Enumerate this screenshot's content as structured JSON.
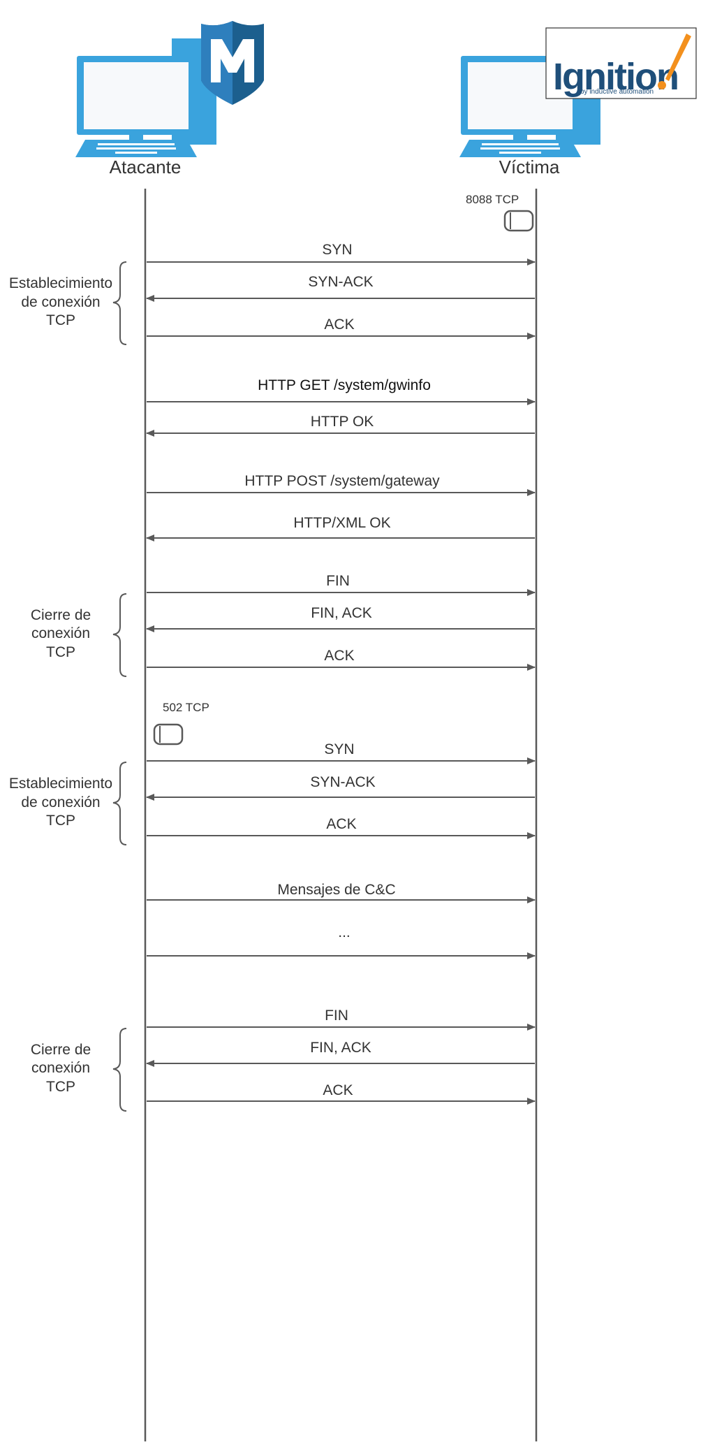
{
  "hosts": {
    "attacker": {
      "label": "Atacante",
      "logo_icon": "metasploit-shield-icon"
    },
    "victim": {
      "label": "Víctima",
      "logo_icon": "ignition-logo",
      "logo_text": "Ignition",
      "logo_subtext": "by inductive automation"
    }
  },
  "ports": [
    {
      "label": "8088 TCP",
      "side": "victim"
    },
    {
      "label": "502 TCP",
      "side": "attacker"
    }
  ],
  "messages": [
    {
      "id": "m1",
      "label": "SYN",
      "dir": "right"
    },
    {
      "id": "m2",
      "label": "SYN-ACK",
      "dir": "left"
    },
    {
      "id": "m3",
      "label": "ACK",
      "dir": "right"
    },
    {
      "id": "m4",
      "label": "HTTP GET /system/gwinfo",
      "dir": "right"
    },
    {
      "id": "m5",
      "label": "HTTP OK",
      "dir": "left"
    },
    {
      "id": "m6",
      "label": "HTTP POST /system/gateway",
      "dir": "right"
    },
    {
      "id": "m7",
      "label": "HTTP/XML OK",
      "dir": "left"
    },
    {
      "id": "m8",
      "label": "FIN",
      "dir": "right"
    },
    {
      "id": "m9",
      "label": "FIN, ACK",
      "dir": "left"
    },
    {
      "id": "m10",
      "label": "ACK",
      "dir": "right"
    },
    {
      "id": "m11",
      "label": "SYN",
      "dir": "right"
    },
    {
      "id": "m12",
      "label": "SYN-ACK",
      "dir": "left"
    },
    {
      "id": "m13",
      "label": "ACK",
      "dir": "right"
    },
    {
      "id": "m14",
      "label": "Mensajes de C&C",
      "dir": "right"
    },
    {
      "id": "m15",
      "label": "...",
      "dir": "right"
    },
    {
      "id": "m16",
      "label": "FIN",
      "dir": "right"
    },
    {
      "id": "m17",
      "label": "FIN, ACK",
      "dir": "left"
    },
    {
      "id": "m18",
      "label": "ACK",
      "dir": "right"
    }
  ],
  "phases": [
    {
      "lines": [
        "Establecimiento",
        "de conexión",
        "TCP"
      ]
    },
    {
      "lines": [
        "Cierre de",
        "conexión",
        "TCP"
      ]
    },
    {
      "lines": [
        "Establecimiento",
        "de conexión",
        "TCP"
      ]
    },
    {
      "lines": [
        "Cierre de",
        "conexión",
        "TCP"
      ]
    }
  ],
  "colors": {
    "line": "#595959",
    "computer_blue": "#3aa3dd",
    "computer_dark": "#1f84c6",
    "shield_dark": "#1c5f8e",
    "shield_light": "#2e7fbd",
    "ignition_navy": "#1f4f7a",
    "ignition_orange": "#f3901d"
  }
}
